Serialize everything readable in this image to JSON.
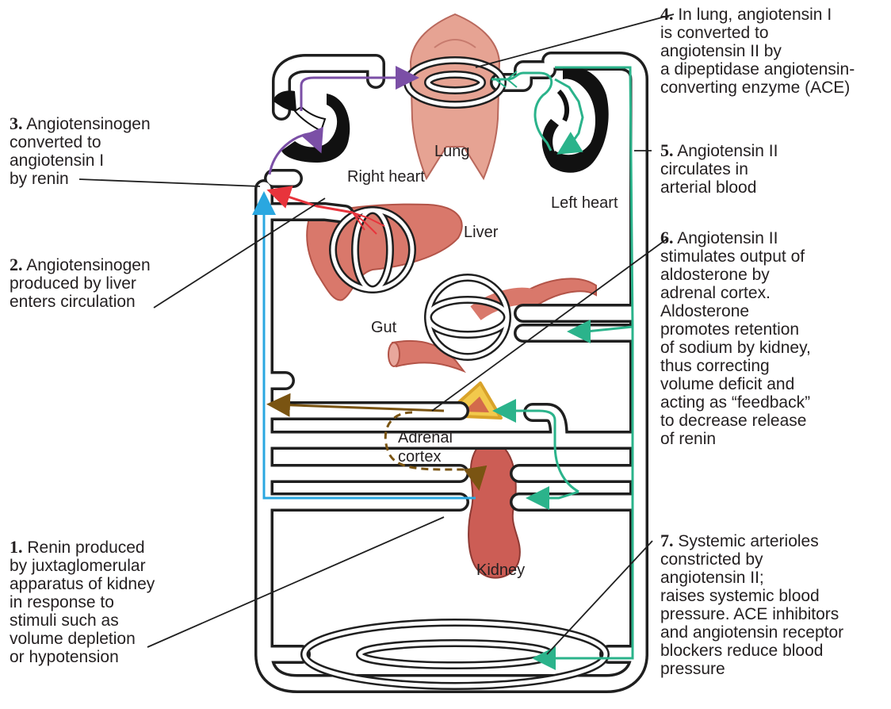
{
  "steps": [
    {
      "num": "1.",
      "lines": [
        "Renin produced",
        "by juxtaglomerular",
        "apparatus of kidney",
        "in response to",
        "stimuli such as",
        "volume depletion",
        "or hypotension"
      ]
    },
    {
      "num": "2.",
      "lines": [
        "Angiotensinogen",
        "produced by liver",
        "enters circulation"
      ]
    },
    {
      "num": "3.",
      "lines": [
        "Angiotensinogen",
        "converted to",
        "angiotensin I",
        "by renin"
      ]
    },
    {
      "num": "4.",
      "lines": [
        "In lung, angiotensin I",
        "is converted to",
        "angiotensin II by",
        "a dipeptidase angiotensin-",
        "converting enzyme (ACE)"
      ]
    },
    {
      "num": "5.",
      "lines": [
        "Angiotensin II",
        "circulates in",
        "arterial blood"
      ]
    },
    {
      "num": "6.",
      "lines": [
        "Angiotensin II",
        "stimulates output of",
        "aldosterone by",
        "adrenal cortex.",
        "Aldosterone",
        "promotes retention",
        "of sodium by kidney,",
        "thus correcting",
        "volume deficit and",
        "acting as “feedback”",
        "to decrease release",
        "of renin"
      ]
    },
    {
      "num": "7.",
      "lines": [
        "Systemic arterioles",
        "constricted by",
        "angiotensin II;",
        "raises systemic blood",
        "pressure. ACE inhibitors",
        "and angiotensin receptor",
        "blockers reduce blood",
        "pressure"
      ]
    }
  ],
  "organ_labels": {
    "lung": "Lung",
    "right_heart": "Right heart",
    "left_heart": "Left heart",
    "liver": "Liver",
    "gut": "Gut",
    "adrenal_cortex": [
      "Adrenal",
      "cortex"
    ],
    "kidney": "Kidney"
  },
  "colors": {
    "renin_path": "#2aa7e0",
    "angiotensinogen_path": "#e8343c",
    "angiotensin_I_path": "#7b4fa6",
    "angiotensin_II_path": "#2bb38b",
    "aldosterone_path": "#7a5412",
    "organ_red": "#d9786b",
    "adrenal": "#f2c94c"
  }
}
